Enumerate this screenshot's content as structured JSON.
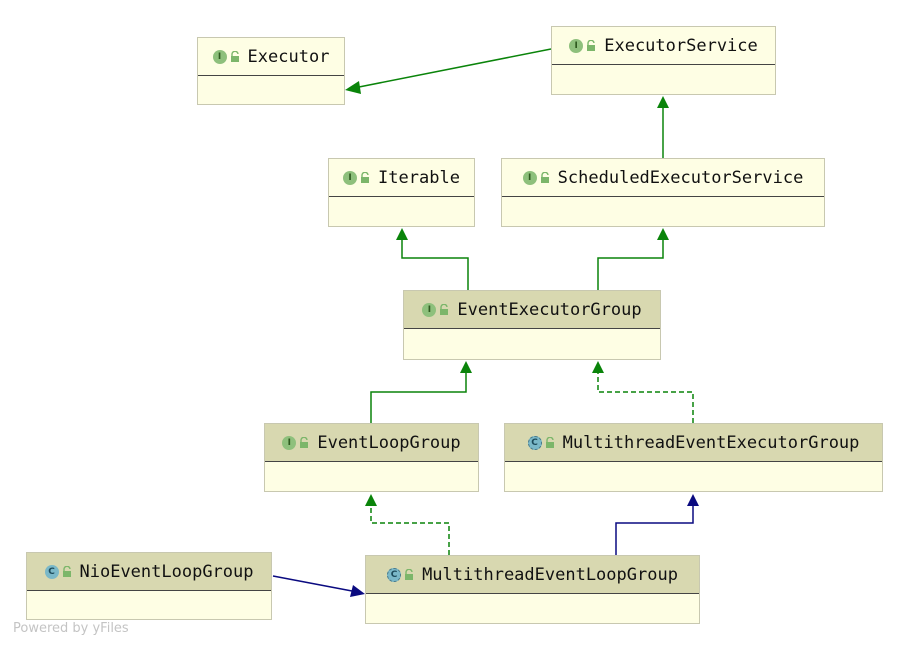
{
  "nodes": {
    "executor": {
      "name": "Executor",
      "kind": "interface",
      "badge": "I"
    },
    "executor_service": {
      "name": "ExecutorService",
      "kind": "interface",
      "badge": "I"
    },
    "iterable": {
      "name": "Iterable",
      "kind": "interface",
      "badge": "I"
    },
    "scheduled_executor_service": {
      "name": "ScheduledExecutorService",
      "kind": "interface",
      "badge": "I"
    },
    "event_executor_group": {
      "name": "EventExecutorGroup",
      "kind": "interface",
      "badge": "I"
    },
    "event_loop_group": {
      "name": "EventLoopGroup",
      "kind": "interface",
      "badge": "I"
    },
    "multithread_event_executor_group": {
      "name": "MultithreadEventExecutorGroup",
      "kind": "abstract-class",
      "badge": "C"
    },
    "nio_event_loop_group": {
      "name": "NioEventLoopGroup",
      "kind": "class",
      "badge": "C"
    },
    "multithread_event_loop_group": {
      "name": "MultithreadEventLoopGroup",
      "kind": "abstract-class",
      "badge": "C"
    }
  },
  "relations": [
    {
      "from": "executor_service",
      "to": "executor",
      "type": "extends"
    },
    {
      "from": "scheduled_executor_service",
      "to": "executor_service",
      "type": "extends"
    },
    {
      "from": "event_executor_group",
      "to": "iterable",
      "type": "extends"
    },
    {
      "from": "event_executor_group",
      "to": "scheduled_executor_service",
      "type": "extends"
    },
    {
      "from": "event_loop_group",
      "to": "event_executor_group",
      "type": "extends"
    },
    {
      "from": "multithread_event_executor_group",
      "to": "event_executor_group",
      "type": "implements"
    },
    {
      "from": "multithread_event_loop_group",
      "to": "event_loop_group",
      "type": "implements"
    },
    {
      "from": "multithread_event_loop_group",
      "to": "multithread_event_executor_group",
      "type": "class-extends"
    },
    {
      "from": "nio_event_loop_group",
      "to": "multithread_event_loop_group",
      "type": "class-extends"
    }
  ],
  "colors": {
    "interface_edge": "#0a840a",
    "class_edge": "#0a0a80",
    "node_fill": "#fefee4",
    "header_highlight": "#d8d8b0"
  },
  "watermark": "Powered by yFiles"
}
